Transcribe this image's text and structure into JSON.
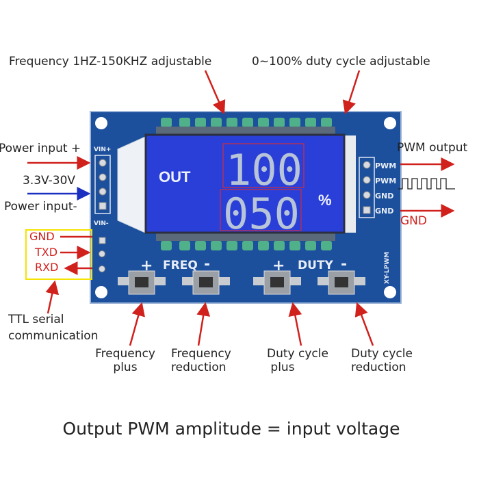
{
  "top_labels": {
    "frequency": "Frequency 1HZ-150KHZ adjustable",
    "duty": "0~100% duty cycle adjustable"
  },
  "left_labels": {
    "power_plus": "Power input +",
    "voltage": "3.3V-30V",
    "power_minus": "Power input-",
    "gnd": "GND",
    "txd": "TXD",
    "rxd": "RXD",
    "ttl": [
      "TTL serial",
      "communication"
    ]
  },
  "right_labels": {
    "pwm_output": "PWM output",
    "gnd": "GND"
  },
  "board": {
    "vin_plus": "VIN+",
    "vin_minus": "VIN-",
    "pins_right": [
      "PWM",
      "PWM",
      "GND",
      "GND"
    ],
    "freq": "FREQ",
    "duty": "DUTY",
    "plus": "+",
    "minus": "-",
    "model": "XY-LPWM"
  },
  "lcd": {
    "out": "OUT",
    "top_value": "100",
    "bottom_value": "050",
    "unit": "%"
  },
  "button_labels": [
    [
      "Frequency",
      "plus"
    ],
    [
      "Frequency",
      "reduction"
    ],
    [
      "Duty cycle",
      "plus"
    ],
    [
      "Duty cycle",
      "reduction"
    ]
  ],
  "footer": "Output PWM amplitude = input voltage",
  "colors": {
    "pcb": "#1c4f9c",
    "lcd": "#2a3fd8",
    "arrow_red": "#d0211d",
    "arrow_blue": "#1a2fc0",
    "ttl_box": "#f5e400"
  }
}
